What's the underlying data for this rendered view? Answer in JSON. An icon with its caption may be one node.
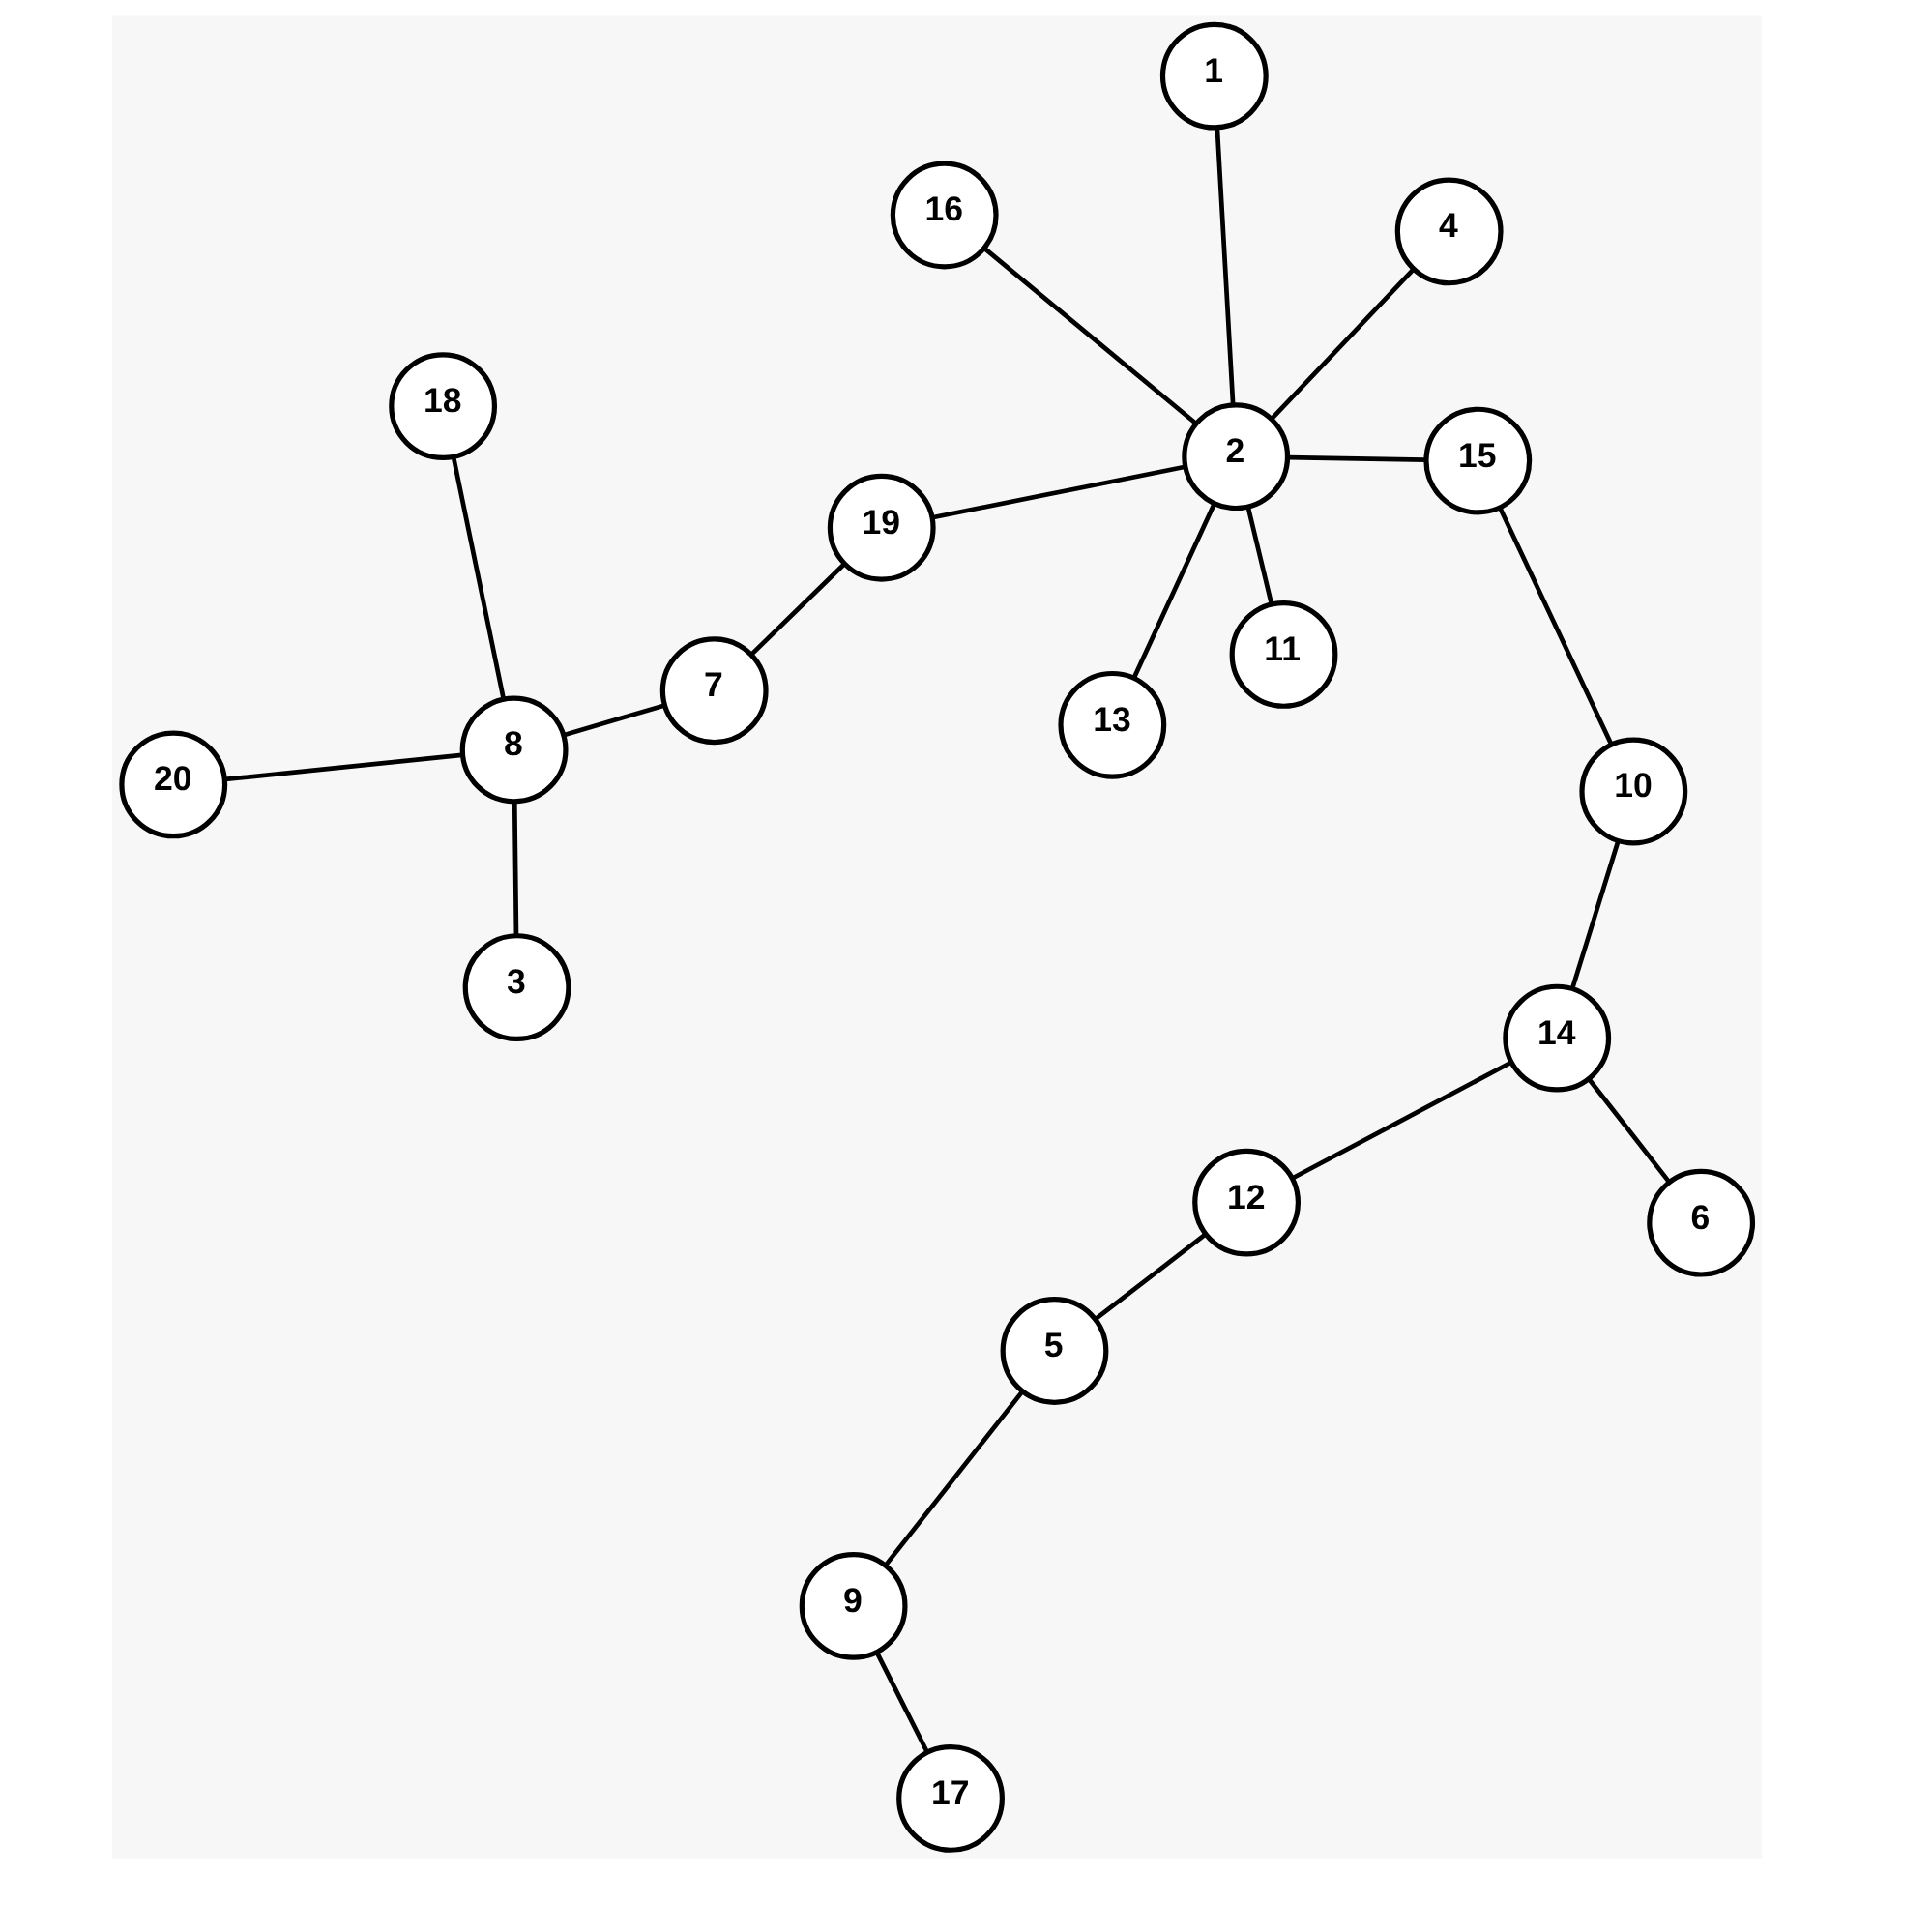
{
  "diagram": {
    "nodes": [
      {
        "text": [
          "20"
        ]
      },
      {
        "text": [
          "18"
        ]
      },
      {
        "text": [
          "17"
        ]
      },
      {
        "text": [
          "8"
        ]
      },
      {
        "text": [
          "7"
        ]
      },
      {
        "text": [
          "3"
        ]
      },
      {
        "text": [
          "5"
        ]
      },
      {
        "text": [
          "9"
        ]
      },
      {
        "text": [
          "19"
        ]
      },
      {
        "text": [
          "11"
        ]
      },
      {
        "text": [
          "13"
        ]
      },
      {
        "text": [
          "12"
        ]
      },
      {
        "text": [
          "6"
        ]
      },
      {
        "text": [
          "2"
        ]
      },
      {
        "text": [
          "15"
        ]
      },
      {
        "text": [
          "4"
        ]
      },
      {
        "text": [
          "14"
        ]
      },
      {
        "text": [
          "1"
        ]
      },
      {
        "text": [
          "16"
        ]
      },
      {
        "text": [
          "10"
        ]
      }
    ],
    "edges": [
      {
        "from": 0,
        "to": 3,
        "arrow": "none"
      },
      {
        "from": 3,
        "to": 1,
        "arrow": "none"
      },
      {
        "from": 3,
        "to": 4,
        "arrow": "none"
      },
      {
        "from": 3,
        "to": 5,
        "arrow": "none"
      },
      {
        "from": 4,
        "to": 8,
        "arrow": "none"
      },
      {
        "from": 8,
        "to": 13,
        "arrow": "none"
      },
      {
        "from": 9,
        "to": 13,
        "arrow": "none"
      },
      {
        "from": 10,
        "to": 13,
        "arrow": "none"
      },
      {
        "from": 13,
        "to": 15,
        "arrow": "none"
      },
      {
        "from": 13,
        "to": 14,
        "arrow": "none"
      },
      {
        "from": 13,
        "to": 18,
        "arrow": "none"
      },
      {
        "from": 13,
        "to": 17,
        "arrow": "none"
      },
      {
        "from": 2,
        "to": 7,
        "arrow": "none"
      },
      {
        "from": 6,
        "to": 7,
        "arrow": "none"
      },
      {
        "from": 6,
        "to": 11,
        "arrow": "none"
      },
      {
        "from": 11,
        "to": 16,
        "arrow": "none"
      },
      {
        "from": 16,
        "to": 12,
        "arrow": "none"
      },
      {
        "from": 16,
        "to": 19,
        "arrow": "none"
      },
      {
        "from": 14,
        "to": 19,
        "arrow": "none"
      }
    ]
  }
}
